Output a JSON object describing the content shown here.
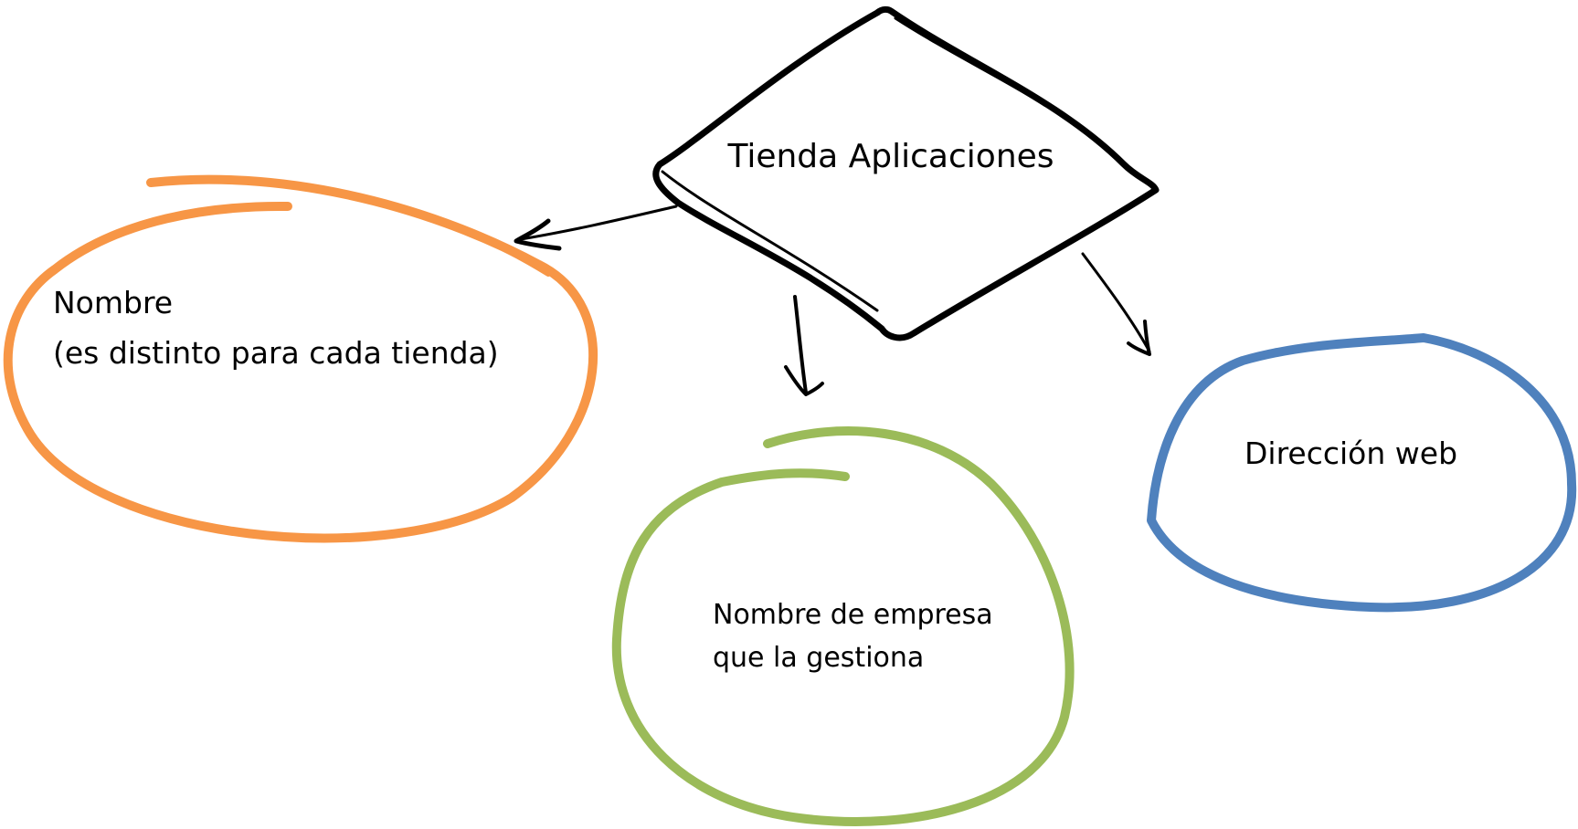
{
  "colors": {
    "stroke_black": "#000000",
    "nombre_outline": "#F79646",
    "empresa_outline": "#9BBB59",
    "web_outline": "#4F81BD",
    "background": "#FFFFFF"
  },
  "diagram": {
    "central": {
      "label": "Tienda Aplicaciones"
    },
    "nodes": [
      {
        "id": "nombre",
        "line1": "Nombre",
        "line2": "(es distinto para cada tienda)"
      },
      {
        "id": "empresa",
        "line1": "Nombre de empresa",
        "line2": "que la gestiona"
      },
      {
        "id": "web",
        "line1": "Dirección web"
      }
    ]
  }
}
